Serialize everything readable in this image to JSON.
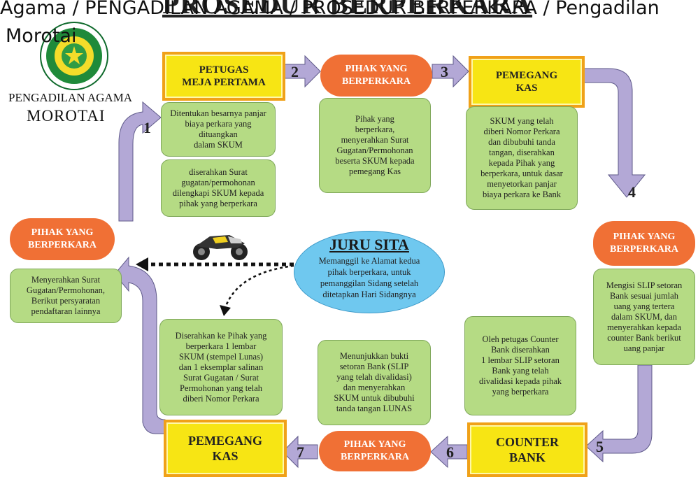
{
  "header": {
    "breadcrumb_line1": "Agama / PENGADILAN AGAMA / PROSEDUR BERPERKARA / Pengadilan",
    "breadcrumb_line2": "Morotai",
    "diagram_title": "PROSEDUR BERPERKARA"
  },
  "organization": {
    "name_line1": "PENGADILAN AGAMA",
    "name_line2": "MOROTAI"
  },
  "steps": {
    "meja_pertama": "PETUGAS\nMEJA PERTAMA",
    "pihak_top": "PIHAK YANG\nBERPERKARA",
    "pemegang_kas_top": "PEMEGANG\nKAS",
    "pihak_right": "PIHAK YANG\nBERPERKARA",
    "counter_bank": "COUNTER\nBANK",
    "pihak_bottom": "PIHAK YANG\nBERPERKARA",
    "pemegang_kas_bottom": "PEMEGANG\nKAS",
    "pihak_left": "PIHAK YANG\nBERPERKARA"
  },
  "notes": {
    "panjar": "Ditentukan besarnya panjar\nbiaya perkara yang\ndituangkan\ndalam SKUM",
    "surat": "diserahkan Surat\ngugatan/permohonan\ndilengkapi SKUM kepada\npihak yang berperkara",
    "pihak_serah": "Pihak yang\nberperkara,\nmenyerahkan Surat\nGugatan/Permohonan\nbeserta SKUM kepada\npemegang Kas",
    "skum_nomor": "SKUM yang telah\ndiberi Nomor Perkara\ndan dibubuhi tanda\ntangan, diserahkan\nkepada Pihak yang\nberperkara, untuk dasar\nmenyetorkan panjar\nbiaya perkara ke Bank",
    "slip": "Mengisi SLIP setoran\nBank sesuai jumlah\nuang yang tertera\ndalam SKUM, dan\nmenyerahkan kepada\ncounter Bank berikut\nuang panjar",
    "counter": "Oleh petugas Counter\nBank diserahkan\n1 lembar SLIP setoran\nBank yang telah\ndivalidasi kepada pihak\nyang berperkara",
    "bukti": "Menunjukkan bukti\nsetoran Bank (SLIP\nyang telah divalidasi)\ndan menyerahkan\nSKUM untuk dibubuhi\ntanda tangan LUNAS",
    "lunas": "Diserahkan ke Pihak yang\nberperkara 1 lembar\nSKUM (stempel Lunas)\ndan 1 eksemplar salinan\nSurat  Gugatan / Surat\nPermohonan yang telah\ndiberi Nomor Perkara",
    "awal": "Menyerahkan Surat\nGugatan/Permohonan,\nBerikut persyaratan\npendaftaran lainnya"
  },
  "juru_sita": {
    "title": "JURU SITA",
    "text": "Memanggil ke Alamat kedua\npihak berperkara, untuk\npemanggilan Sidang setelah\nditetapkan Hari Sidangnya"
  },
  "step_numbers": [
    "1",
    "2",
    "3",
    "4",
    "5",
    "6",
    "7"
  ],
  "colors": {
    "yellow_box": "#f7e514",
    "yellow_border": "#f0a118",
    "orange_box": "#f07035",
    "green_note": "#b5db84",
    "blue_ellipse": "#6fc8ef",
    "arrow_fill": "#b3a8d6",
    "arrow_stroke": "#5f5a8a"
  },
  "icons": {
    "emblem": "court-emblem-icon",
    "motorcycle": "motorcycle-icon"
  }
}
